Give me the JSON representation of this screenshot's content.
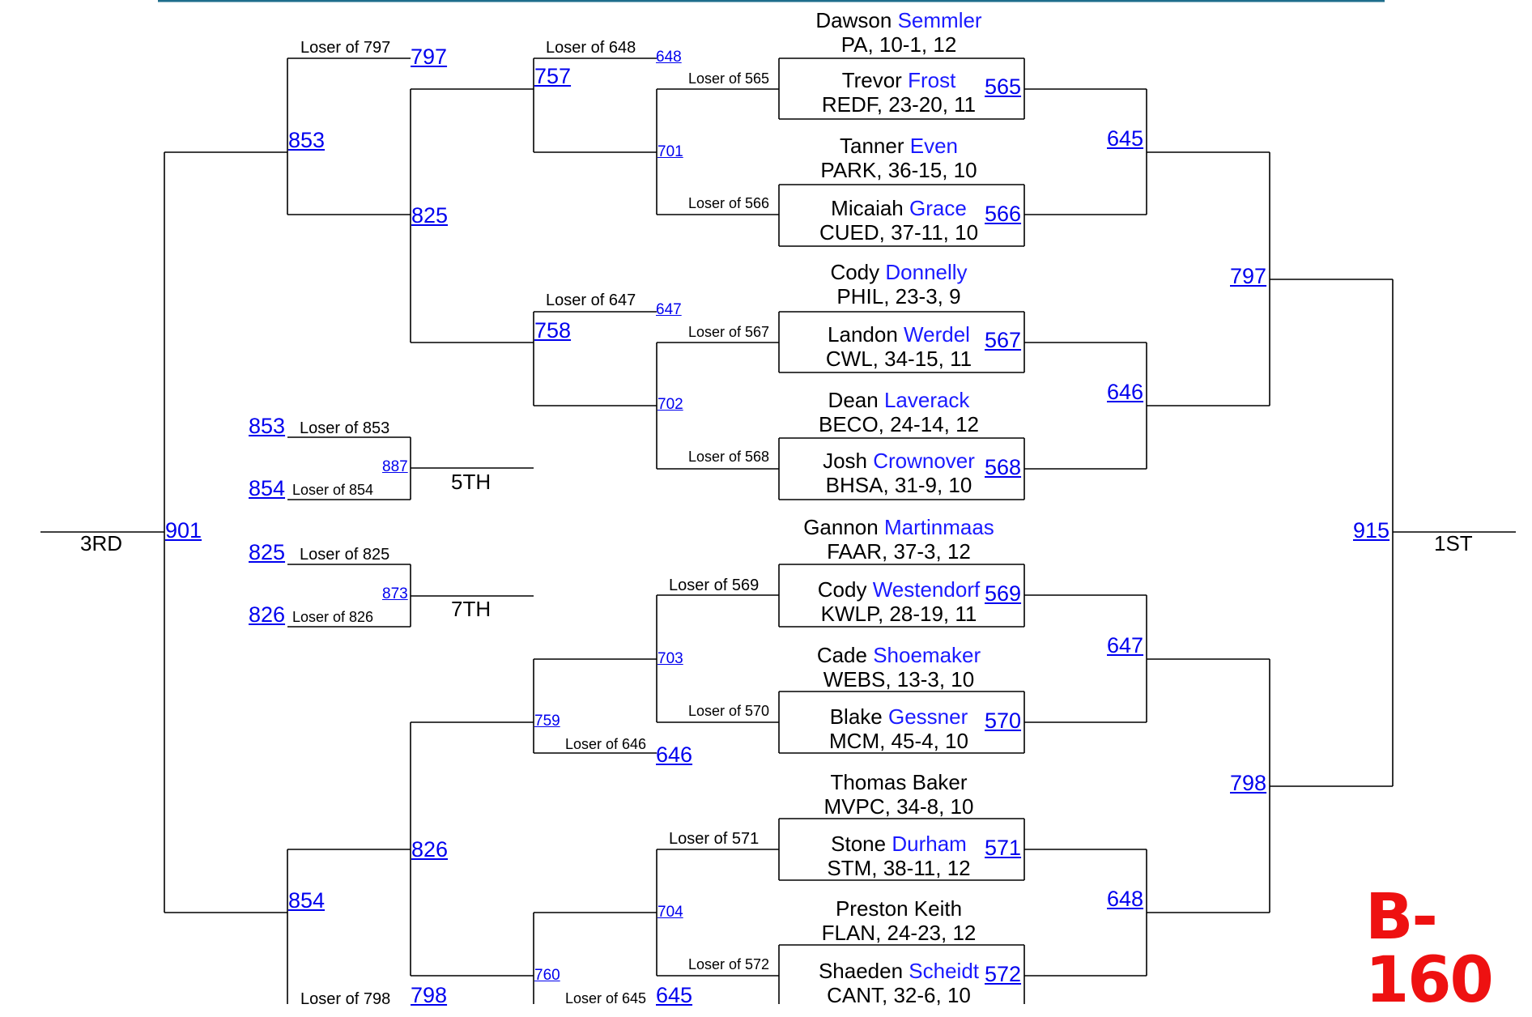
{
  "bracket_tag": "B-160",
  "colors": {
    "link": "#0000ee",
    "last_name": "#1a1aff",
    "tag": "#ee1111",
    "top_rule": "#1f6e8c"
  },
  "wrestlers": [
    {
      "first": "Dawson",
      "last": "Semmler",
      "info": "PA, 10-1, 12"
    },
    {
      "first": "Trevor",
      "last": "Frost",
      "info": "REDF, 23-20, 11"
    },
    {
      "first": "Tanner",
      "last": "Even",
      "info": "PARK, 36-15, 10"
    },
    {
      "first": "Micaiah",
      "last": "Grace",
      "info": "CUED, 37-11, 10"
    },
    {
      "first": "Cody",
      "last": "Donnelly",
      "info": "PHIL, 23-3, 9"
    },
    {
      "first": "Landon",
      "last": "Werdel",
      "info": "CWL, 34-15, 11"
    },
    {
      "first": "Dean",
      "last": "Laverack",
      "info": "BECO, 24-14, 12"
    },
    {
      "first": "Josh",
      "last": "Crownover",
      "info": "BHSA, 31-9, 10"
    },
    {
      "first": "Gannon",
      "last": "Martinmaas",
      "info": "FAAR, 37-3, 12"
    },
    {
      "first": "Cody",
      "last": "Westendorf",
      "info": "KWLP, 28-19, 11"
    },
    {
      "first": "Cade",
      "last": "Shoemaker",
      "info": "WEBS, 13-3, 10"
    },
    {
      "first": "Blake",
      "last": "Gessner",
      "info": "MCM, 45-4, 10"
    },
    {
      "first": "Thomas",
      "last": "Baker",
      "info": "MVPC, 34-8, 10"
    },
    {
      "first": "Stone",
      "last": "Durham",
      "info": "STM, 38-11, 12"
    },
    {
      "first": "Preston",
      "last": "Keith",
      "info": "FLAN, 24-23, 12"
    },
    {
      "first": "Shaeden",
      "last": "Scheidt",
      "info": "CANT, 32-6, 10"
    }
  ],
  "bouts": {
    "b565": "565",
    "b566": "566",
    "b567": "567",
    "b568": "568",
    "b569": "569",
    "b570": "570",
    "b571": "571",
    "b572": "572",
    "b645": "645",
    "b646": "646",
    "b647": "647",
    "b648": "648",
    "b797r": "797",
    "b798r": "798",
    "b915": "915",
    "b648s": "648",
    "b647s": "647",
    "b646s": "646",
    "b645s": "645",
    "b701": "701",
    "b702": "702",
    "b703": "703",
    "b704": "704",
    "b757": "757",
    "b758": "758",
    "b759": "759",
    "b760": "760",
    "b797l": "797",
    "b798l": "798",
    "b825": "825",
    "b826": "826",
    "b853": "853",
    "b854": "854",
    "b901": "901",
    "b853c": "853",
    "b854c": "854",
    "b887": "887",
    "b825c": "825",
    "b826c": "826",
    "b873": "873"
  },
  "losers": {
    "l565": "Loser of 565",
    "l566": "Loser of 566",
    "l567": "Loser of 567",
    "l568": "Loser of 568",
    "l569": "Loser of 569",
    "l570": "Loser of 570",
    "l571": "Loser of 571",
    "l572": "Loser of 572",
    "l648": "Loser of 648",
    "l647": "Loser of 647",
    "l646": "Loser of 646",
    "l645": "Loser of 645",
    "l797": "Loser of 797",
    "l798": "Loser of 798",
    "l853": "Loser of 853",
    "l854": "Loser of 854",
    "l825": "Loser of 825",
    "l826": "Loser of 826"
  },
  "places": {
    "first": "1ST",
    "third": "3RD",
    "fifth": "5TH",
    "seventh": "7TH"
  }
}
